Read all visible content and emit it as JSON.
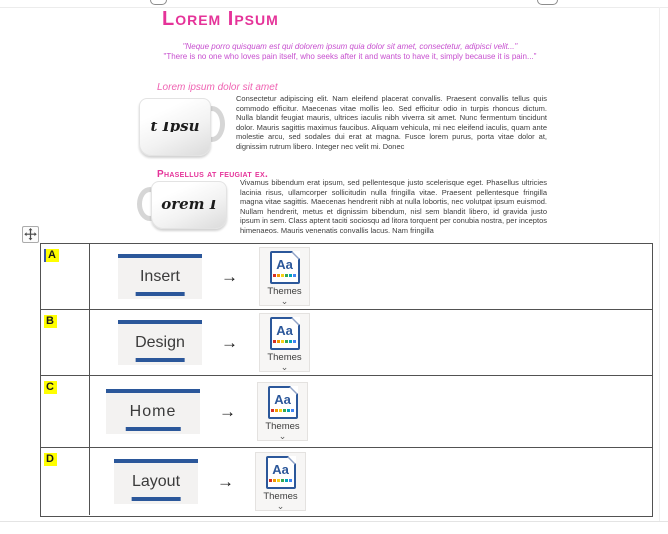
{
  "document": {
    "title": "Lorem Ipsum",
    "quote_latin": "\"Neque porro quisquam est qui dolorem ipsum quia dolor sit amet, consectetur, adipisci velit...\"",
    "quote_english": "\"There is no one who loves pain itself, who seeks after it and wants to have it, simply because it is pain...\"",
    "section1": {
      "heading": "Lorem ipsum dolor sit amet",
      "mug_text": "t Ipsu",
      "body": "Consectetur adipiscing elit. Nam eleifend placerat convallis. Praesent convallis tellus quis commodo efficitur. Maecenas vitae mollis leo. Sed efficitur odio in turpis rhoncus dictum. Nulla blandit feugiat mauris, ultrices iaculis nibh viverra sit amet. Nunc fermentum tincidunt dolor. Mauris sagittis maximus faucibus. Aliquam vehicula, mi nec eleifend iaculis, quam ante molestie arcu, sed sodales dui erat at magna. Fusce lorem purus, porta vitae dolor at, dignissim rutrum libero. Integer nec velit mi. Donec"
    },
    "section2": {
      "heading": "Phasellus at feugiat ex.",
      "mug_text": "orem I",
      "body": "Vivamus bibendum erat ipsum, sed pellentesque justo scelerisque eget. Phasellus ultricies lacinia risus, ullamcorper sollicitudin nulla fringilla vitae. Praesent pellentesque fringilla magna vitae sagittis. Maecenas hendrerit nibh at nulla lobortis, nec volutpat ipsum euismod. Nullam hendrerit, metus et dignissim bibendum, nisl sem blandit libero, id gravida justo ipsum in sem. Class aptent taciti sociosqu ad litora torquent per conubia nostra, per inceptos himenaeos. Mauris venenatis convallis lacus. Nam fringilla"
    }
  },
  "question_table": {
    "arrow": "→",
    "themes_label": "Themes",
    "themes_icon_text": "Aa",
    "chevron": "⌄",
    "rows": [
      {
        "option": "A",
        "tab": "Insert"
      },
      {
        "option": "B",
        "tab": "Design"
      },
      {
        "option": "C",
        "tab": "Home"
      },
      {
        "option": "D",
        "tab": "Layout"
      }
    ]
  },
  "colors": {
    "word_blue": "#2b579a",
    "title_pink": "#e53399",
    "quote_purple": "#c74fcf",
    "highlight_yellow": "#ffff00"
  }
}
